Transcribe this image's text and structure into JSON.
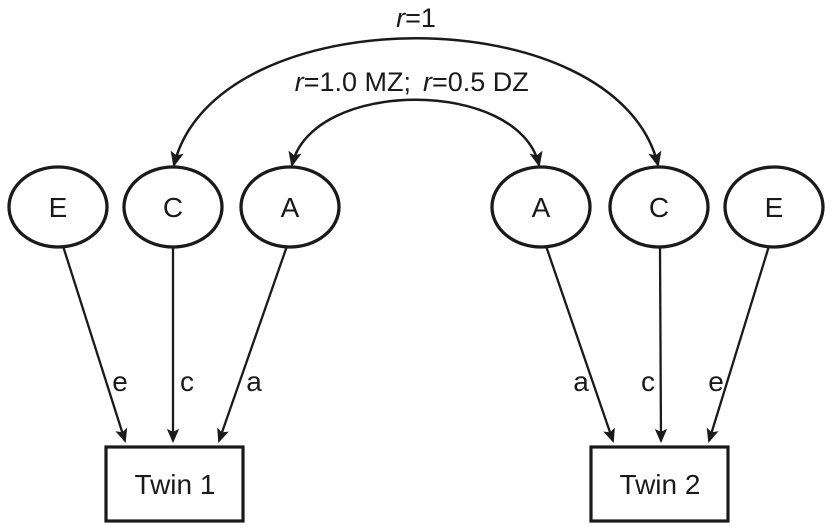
{
  "colors": {
    "ink": "#1a1a1a",
    "background": "#ffffff"
  },
  "correlations": {
    "cc": {
      "parts": [
        "r",
        "=1"
      ]
    },
    "aa": {
      "left_parts": [
        "r",
        "=1.0 MZ;"
      ],
      "right_parts": [
        "r",
        "=0.5 DZ"
      ]
    }
  },
  "latent_variables": {
    "twin1": [
      "E",
      "C",
      "A"
    ],
    "twin2": [
      "A",
      "C",
      "E"
    ]
  },
  "path_coefficients": {
    "twin1": [
      "e",
      "c",
      "a"
    ],
    "twin2": [
      "a",
      "c",
      "e"
    ]
  },
  "observed_variables": {
    "twin1": "Twin 1",
    "twin2": "Twin 2"
  }
}
